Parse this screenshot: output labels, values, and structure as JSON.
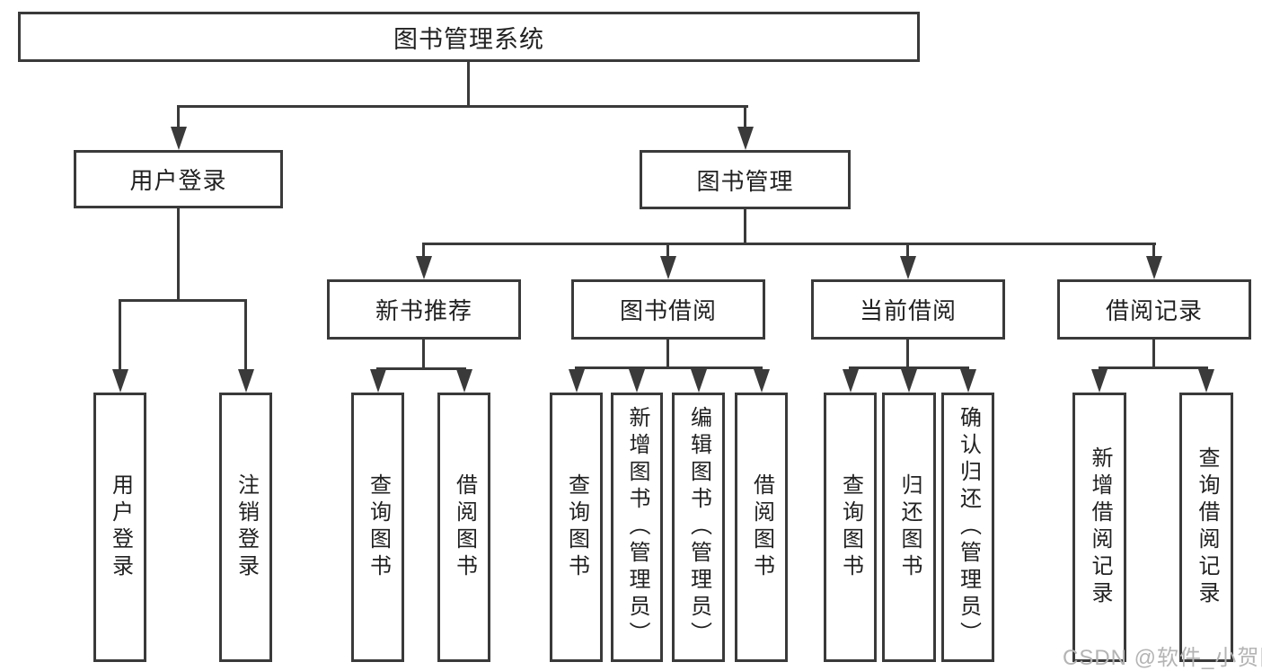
{
  "diagram": {
    "root": "图书管理系统",
    "children": [
      {
        "label": "用户登录",
        "children": [
          {
            "label": "用户登录"
          },
          {
            "label": "注销登录"
          }
        ]
      },
      {
        "label": "图书管理",
        "children": [
          {
            "label": "新书推荐",
            "children": [
              {
                "label": "查询图书"
              },
              {
                "label": "借阅图书"
              }
            ]
          },
          {
            "label": "图书借阅",
            "children": [
              {
                "label": "查询图书"
              },
              {
                "label": "新增图书（管理员）"
              },
              {
                "label": "编辑图书（管理员）"
              },
              {
                "label": "借阅图书"
              }
            ]
          },
          {
            "label": "当前借阅",
            "children": [
              {
                "label": "查询图书"
              },
              {
                "label": "归还图书"
              },
              {
                "label": "确认归还（管理员）"
              }
            ]
          },
          {
            "label": "借阅记录",
            "children": [
              {
                "label": "新增借阅记录"
              },
              {
                "label": "查询借阅记录"
              }
            ]
          }
        ]
      }
    ]
  },
  "watermark": {
    "text": "CSDN @软件_小贺同学"
  },
  "colors": {
    "line": "#3a3a3a",
    "text": "#212121",
    "background": "#ffffff",
    "watermark": "#b4b4b4"
  }
}
